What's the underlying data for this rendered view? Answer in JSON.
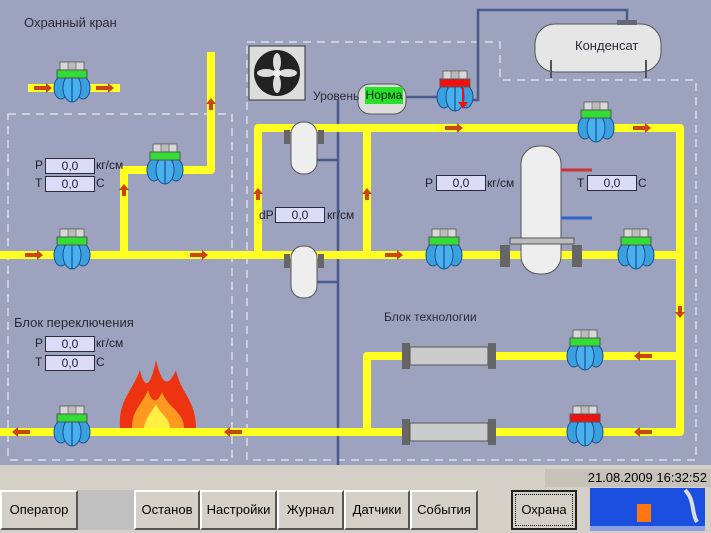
{
  "labels": {
    "guard_valve": "Охранный кран",
    "switch_block": "Блок переключения",
    "tech_block": "Блок технологии",
    "level": "Уровень",
    "level_status": "Норма",
    "condensate": "Конденсат"
  },
  "gauges": {
    "guard": {
      "p_label": "P",
      "p_value": "0,0",
      "p_unit": "кг/см",
      "t_label": "T",
      "t_value": "0,0",
      "t_unit": "C"
    },
    "switch": {
      "p_label": "P",
      "p_value": "0,0",
      "p_unit": "кг/см",
      "t_label": "T",
      "t_value": "0,0",
      "t_unit": "C"
    },
    "filter": {
      "dp_label": "dP",
      "dp_value": "0,0",
      "dp_unit": "кг/см"
    },
    "tech": {
      "p_label": "P",
      "p_value": "0,0",
      "p_unit": "кг/см",
      "t_label": "T",
      "t_value": "0,0",
      "t_unit": "C"
    }
  },
  "valves": [
    {
      "id": "guard-valve",
      "state": "open"
    },
    {
      "id": "guard-upper-valve",
      "state": "open"
    },
    {
      "id": "main-line-valve",
      "state": "open"
    },
    {
      "id": "condensate-valve",
      "state": "closed"
    },
    {
      "id": "tech-top-valve",
      "state": "open"
    },
    {
      "id": "tech-inlet-valve",
      "state": "open"
    },
    {
      "id": "tech-outlet-valve",
      "state": "open"
    },
    {
      "id": "heater-1-valve",
      "state": "open"
    },
    {
      "id": "heater-2-valve",
      "state": "closed"
    },
    {
      "id": "switch-valve",
      "state": "open"
    }
  ],
  "colors": {
    "open": "#33dd33",
    "closed": "#ee1111",
    "pipe": "#ffff22",
    "arrow": "#cc4411",
    "background": "#9da3be"
  },
  "statusbar": {
    "datetime": "21.08.2009 16:32:52",
    "buttons": [
      "Оператор",
      "Останов",
      "Настройки",
      "Журнал",
      "Датчики",
      "События",
      "Охрана"
    ]
  }
}
